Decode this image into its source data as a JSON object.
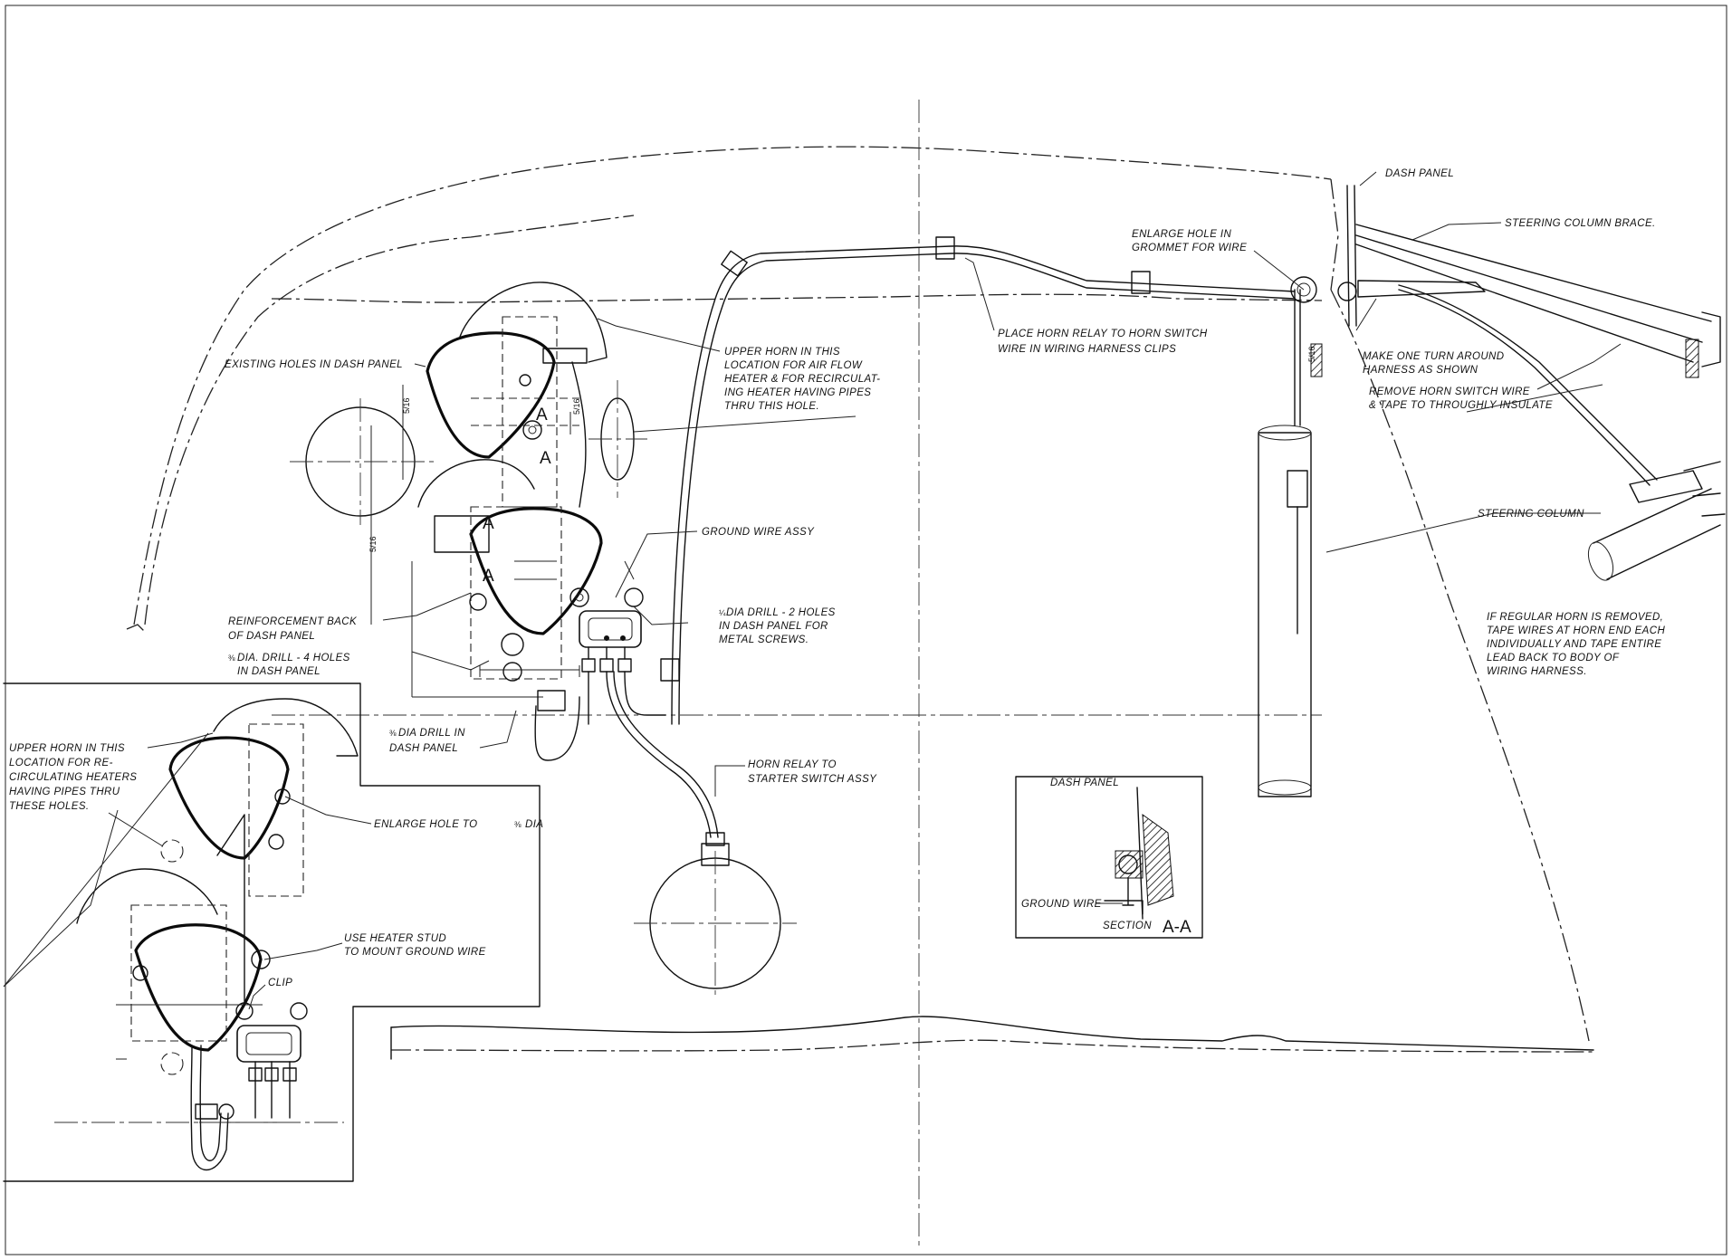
{
  "labels": {
    "dash_panel": "DASH PANEL",
    "steering_column_brace": "STEERING COLUMN BRACE.",
    "enlarge_hole_grommet_1": "ENLARGE HOLE IN",
    "enlarge_hole_grommet_2": "GROMMET FOR WIRE",
    "place_horn_relay_1": "PLACE HORN RELAY TO HORN SWITCH",
    "place_horn_relay_2": "WIRE IN WIRING HARNESS CLIPS",
    "existing_holes": "EXISTING HOLES IN DASH PANEL",
    "upper_horn_1": "UPPER HORN IN THIS",
    "upper_horn_2": "LOCATION FOR AIR FLOW",
    "upper_horn_3": "HEATER & FOR RECIRCULAT-",
    "upper_horn_4": "ING HEATER HAVING PIPES",
    "upper_horn_5": "THRU THIS HOLE.",
    "make_one_turn_1": "MAKE ONE TURN AROUND",
    "make_one_turn_2": "HARNESS AS SHOWN",
    "remove_horn_1": "REMOVE HORN SWITCH WIRE",
    "remove_horn_2": "& TAPE TO THROUGHLY INSULATE",
    "steering_column": "STEERING COLUMN",
    "ground_wire_assy": "GROUND WIRE ASSY",
    "reinforcement_1": "REINFORCEMENT BACK",
    "reinforcement_2": "OF DASH PANEL",
    "drill_2holes_1": "DIA DRILL - 2 HOLES",
    "drill_2holes_2": "IN DASH PANEL FOR",
    "drill_2holes_3": "METAL SCREWS.",
    "drill_4holes_1": "DIA. DRILL - 4 HOLES",
    "drill_4holes_2": "IN DASH PANEL",
    "regular_horn_1": "IF REGULAR HORN IS REMOVED,",
    "regular_horn_2": "TAPE WIRES AT HORN END EACH",
    "regular_horn_3": "INDIVIDUALLY AND TAPE ENTIRE",
    "regular_horn_4": "LEAD BACK TO BODY OF",
    "regular_horn_5": "WIRING HARNESS.",
    "dia_drill_in_1": "DIA DRILL IN",
    "dia_drill_in_2": "DASH PANEL",
    "horn_relay_1": "HORN RELAY TO",
    "horn_relay_2": "STARTER SWITCH ASSY",
    "inset_upper_horn_1": "UPPER HORN IN THIS",
    "inset_upper_horn_2": "LOCATION FOR RE-",
    "inset_upper_horn_3": "CIRCULATING HEATERS",
    "inset_upper_horn_4": "HAVING PIPES THRU",
    "inset_upper_horn_5": "THESE HOLES.",
    "enlarge_hole_dia": "ENLARGE HOLE TO",
    "use_heater_stud_1": "USE HEATER STUD",
    "use_heater_stud_2": "TO MOUNT GROUND WIRE",
    "clip": "CLIP",
    "section_dash_panel": "DASH PANEL",
    "ground_wire": "GROUND WIRE",
    "section_label": "SECTION",
    "section_letters": "A-A",
    "sec_a": "A"
  },
  "fractions": {
    "quarter": "¼",
    "three_eighths": "⅜",
    "three_eighths_hole": "⅜",
    "three_eighths_enlarge": "⅜",
    "five_sixteenths": "5/16"
  }
}
